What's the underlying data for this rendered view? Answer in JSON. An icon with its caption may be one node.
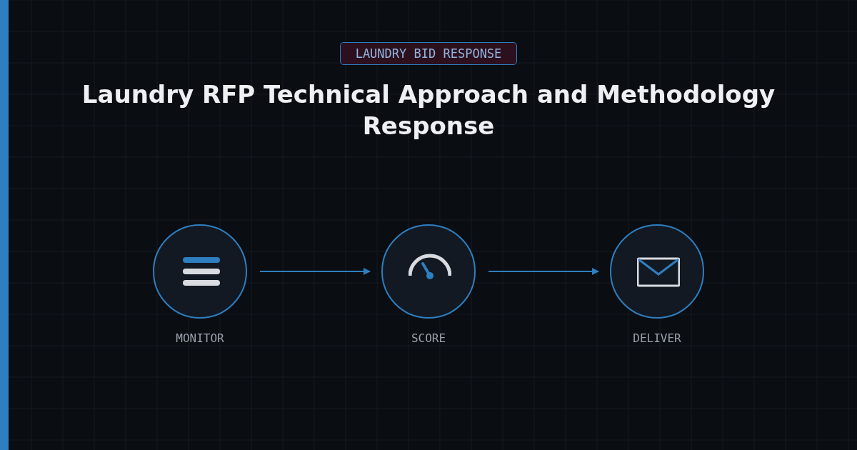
{
  "diagram": {
    "title": "Laundry RFP Technical Approach and Methodology Response",
    "nodes": [
      {
        "text": [
          "MONITOR"
        ]
      },
      {
        "text": [
          "SCORE"
        ]
      },
      {
        "text": [
          "DELIVER"
        ]
      }
    ],
    "edges": [
      {
        "from": 0,
        "to": 1,
        "arrow": "to"
      },
      {
        "from": 1,
        "to": 2,
        "arrow": "to"
      }
    ],
    "labels": [
      "LAUNDRY BID RESPONSE"
    ]
  }
}
